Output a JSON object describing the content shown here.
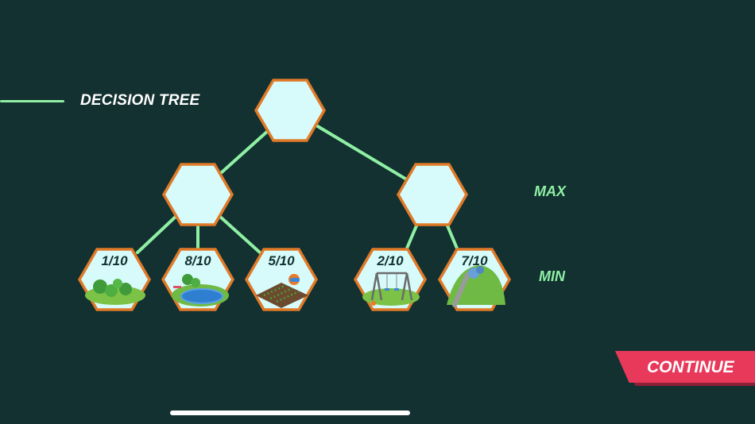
{
  "title": "DECISION TREE",
  "levels": {
    "max_label": "MAX",
    "min_label": "MIN"
  },
  "continue_label": "CONTINUE",
  "scores": [
    "1/10",
    "8/10",
    "5/10",
    "2/10",
    "7/10"
  ],
  "leaf_icons": [
    "bushes-scene-icon",
    "pond-scene-icon",
    "vegetable-garden-icon",
    "swing-set-icon",
    "slide-hill-icon"
  ],
  "colors": {
    "background": "#123130",
    "hex_fill": "#d7fbfb",
    "hex_border": "#e07a28",
    "connector": "#8ff0a4",
    "accent_text": "#8ff0a4",
    "button": "#e8395b",
    "button_shadow": "#8e1f36"
  }
}
